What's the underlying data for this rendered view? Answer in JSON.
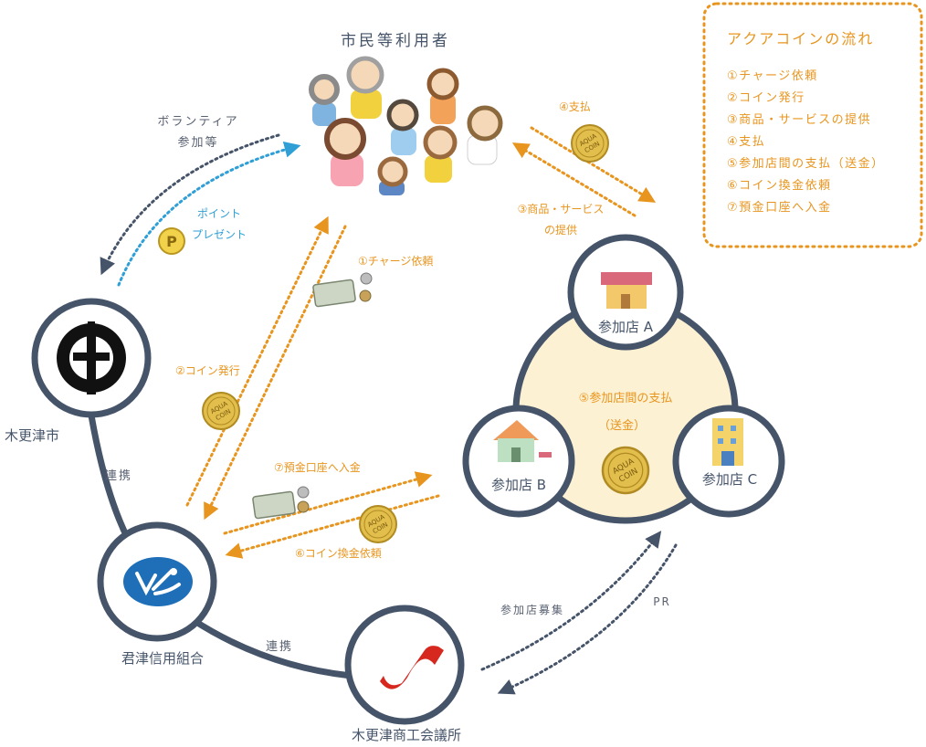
{
  "title": "市民等利用者",
  "legend": {
    "title": "アクアコインの流れ",
    "items": [
      "①チャージ依頼",
      "②コイン発行",
      "③商品・サービスの提供",
      "④支払",
      "⑤参加店間の支払（送金）",
      "⑥コイン換金依頼",
      "⑦預金口座へ入金"
    ]
  },
  "nodes": {
    "city": "木更津市",
    "bank": "君津信用組合",
    "chamber": "木更津商工会議所",
    "shop_a": "参加店 A",
    "shop_b": "参加店 B",
    "shop_c": "参加店 C"
  },
  "labels": {
    "volunteer_1": "ボランティア",
    "volunteer_2": "参加等",
    "point_1": "ポイント",
    "point_2": "プレゼント",
    "charge": "①チャージ依頼",
    "issue": "②コイン発行",
    "pay": "④支払",
    "service_1": "③商品・サービス",
    "service_2": "の提供",
    "transfer_1": "⑤参加店間の支払",
    "transfer_2": "（送金）",
    "deposit": "⑦預金口座へ入金",
    "exchange": "⑥コイン換金依頼",
    "link_1": "連携",
    "link_2": "連携",
    "recruit": "参加店募集",
    "pr": "PR"
  },
  "coin_text_1": "AQUA",
  "coin_text_2": "COIN",
  "point_symbol": "P",
  "colors": {
    "orange": "#e8951f",
    "navy": "#46546a",
    "blue": "#2f9fd6",
    "cream": "#fdf1d3",
    "gold": "#e8c95a",
    "label_gray": "#5a6272"
  }
}
